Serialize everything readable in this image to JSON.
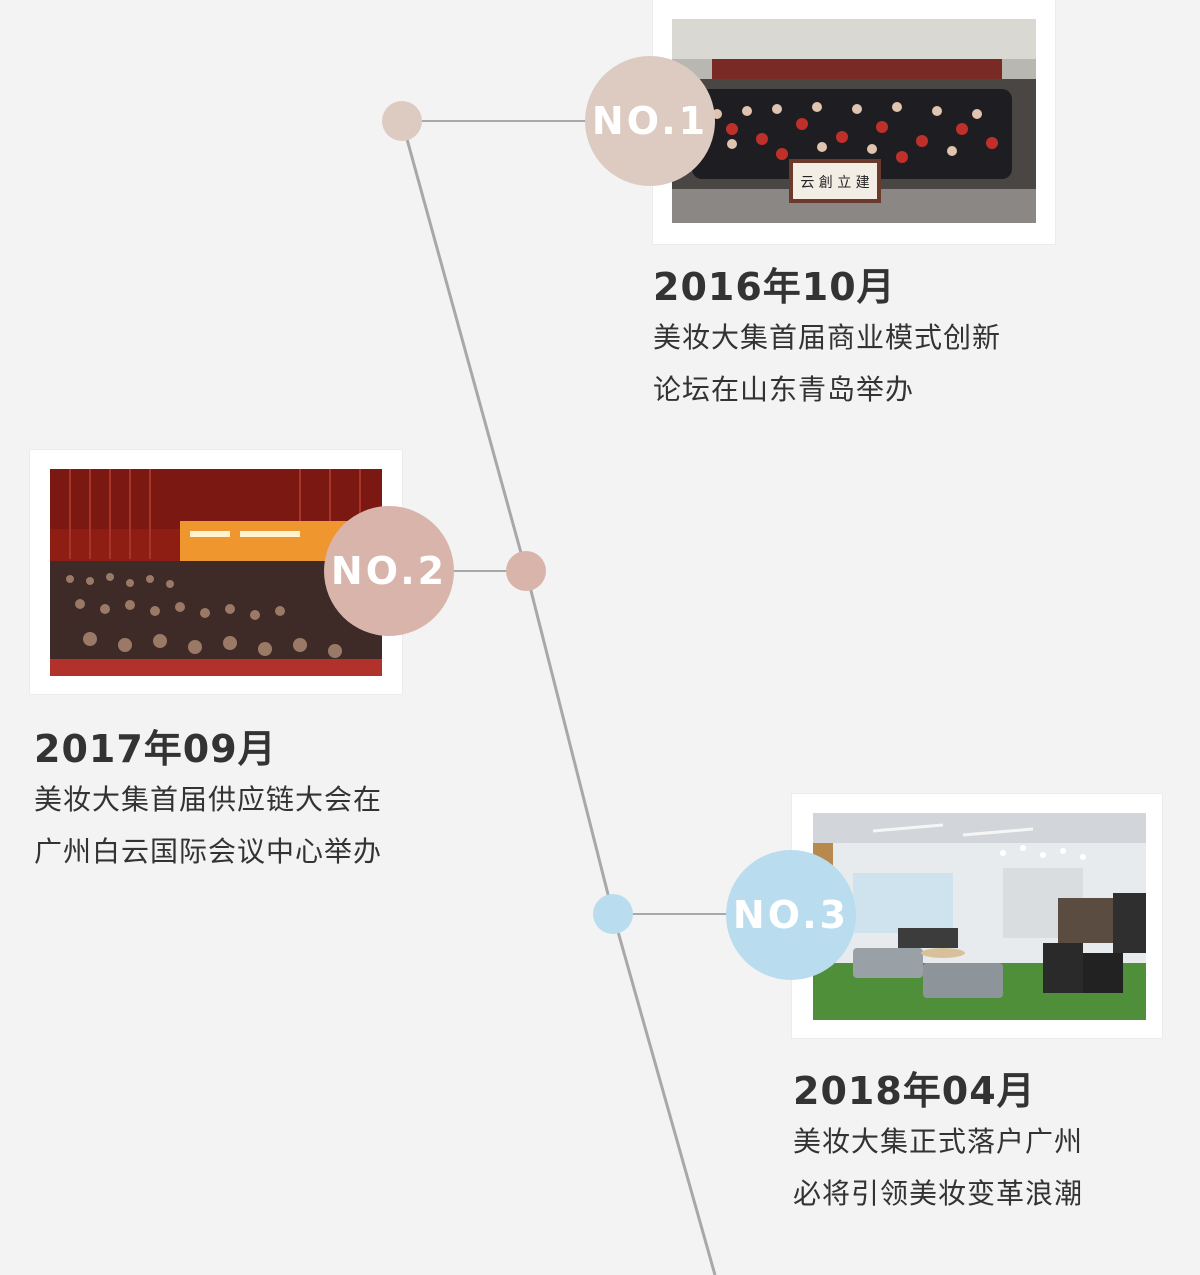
{
  "colors": {
    "background": "#f3f3f3",
    "line": "#a8a8a8",
    "badge_1": "#ddcbc1",
    "badge_2": "#d9b4ab",
    "badge_3": "#b9dcef"
  },
  "events": [
    {
      "badge": "NO.1",
      "date": "2016年10月",
      "desc_line1": "美妆大集首届商业模式创新",
      "desc_line2": "论坛在山东青岛举办",
      "photo_caption": "云 創 立 建"
    },
    {
      "badge": "NO.2",
      "date": "2017年09月",
      "desc_line1": "美妆大集首届供应链大会在",
      "desc_line2": "广州白云国际会议中心举办"
    },
    {
      "badge": "NO.3",
      "date": "2018年04月",
      "desc_line1": "美妆大集正式落户广州",
      "desc_line2": "必将引领美妆变革浪潮"
    }
  ]
}
